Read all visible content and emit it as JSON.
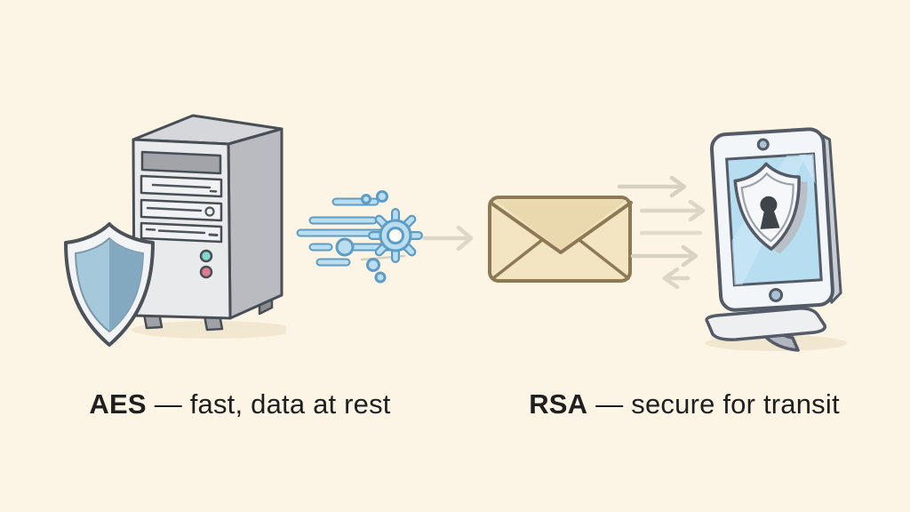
{
  "scene": {
    "background_color": "#fcf5e6",
    "captions": {
      "aes": {
        "term": "AES",
        "rest": "— fast, data at rest"
      },
      "rsa": {
        "term": "RSA",
        "rest": "— secure for transit"
      }
    },
    "icons": {
      "left": [
        "server-tower-icon",
        "blue-shield-icon",
        "speed-gear-icon"
      ],
      "middle": [
        "arrow-right-icon",
        "envelope-icon"
      ],
      "right": [
        "arrow-right-icon",
        "arrow-left-icon",
        "monitor-shield-lock-icon"
      ]
    },
    "colors": {
      "text": "#1f1f1f",
      "outline_dark": "#494e56",
      "server_front": "#e9eaec",
      "server_side": "#b9bbc1",
      "server_top": "#d6d7db",
      "button_teal": "#83d6cb",
      "button_pink": "#dd7d92",
      "shield_light_blue": "#a6c8db",
      "shield_dark_blue": "#82a9c0",
      "speed_fill": "#badef0",
      "speed_stroke": "#5e9cc3",
      "envelope_body": "#f3e5c2",
      "envelope_flap": "#ead8ae",
      "envelope_outline": "#8d7a55",
      "arrow_gray": "#d9d3c3",
      "screen_blue": "#b7def0",
      "keyhole_dark": "#3f444a"
    }
  }
}
